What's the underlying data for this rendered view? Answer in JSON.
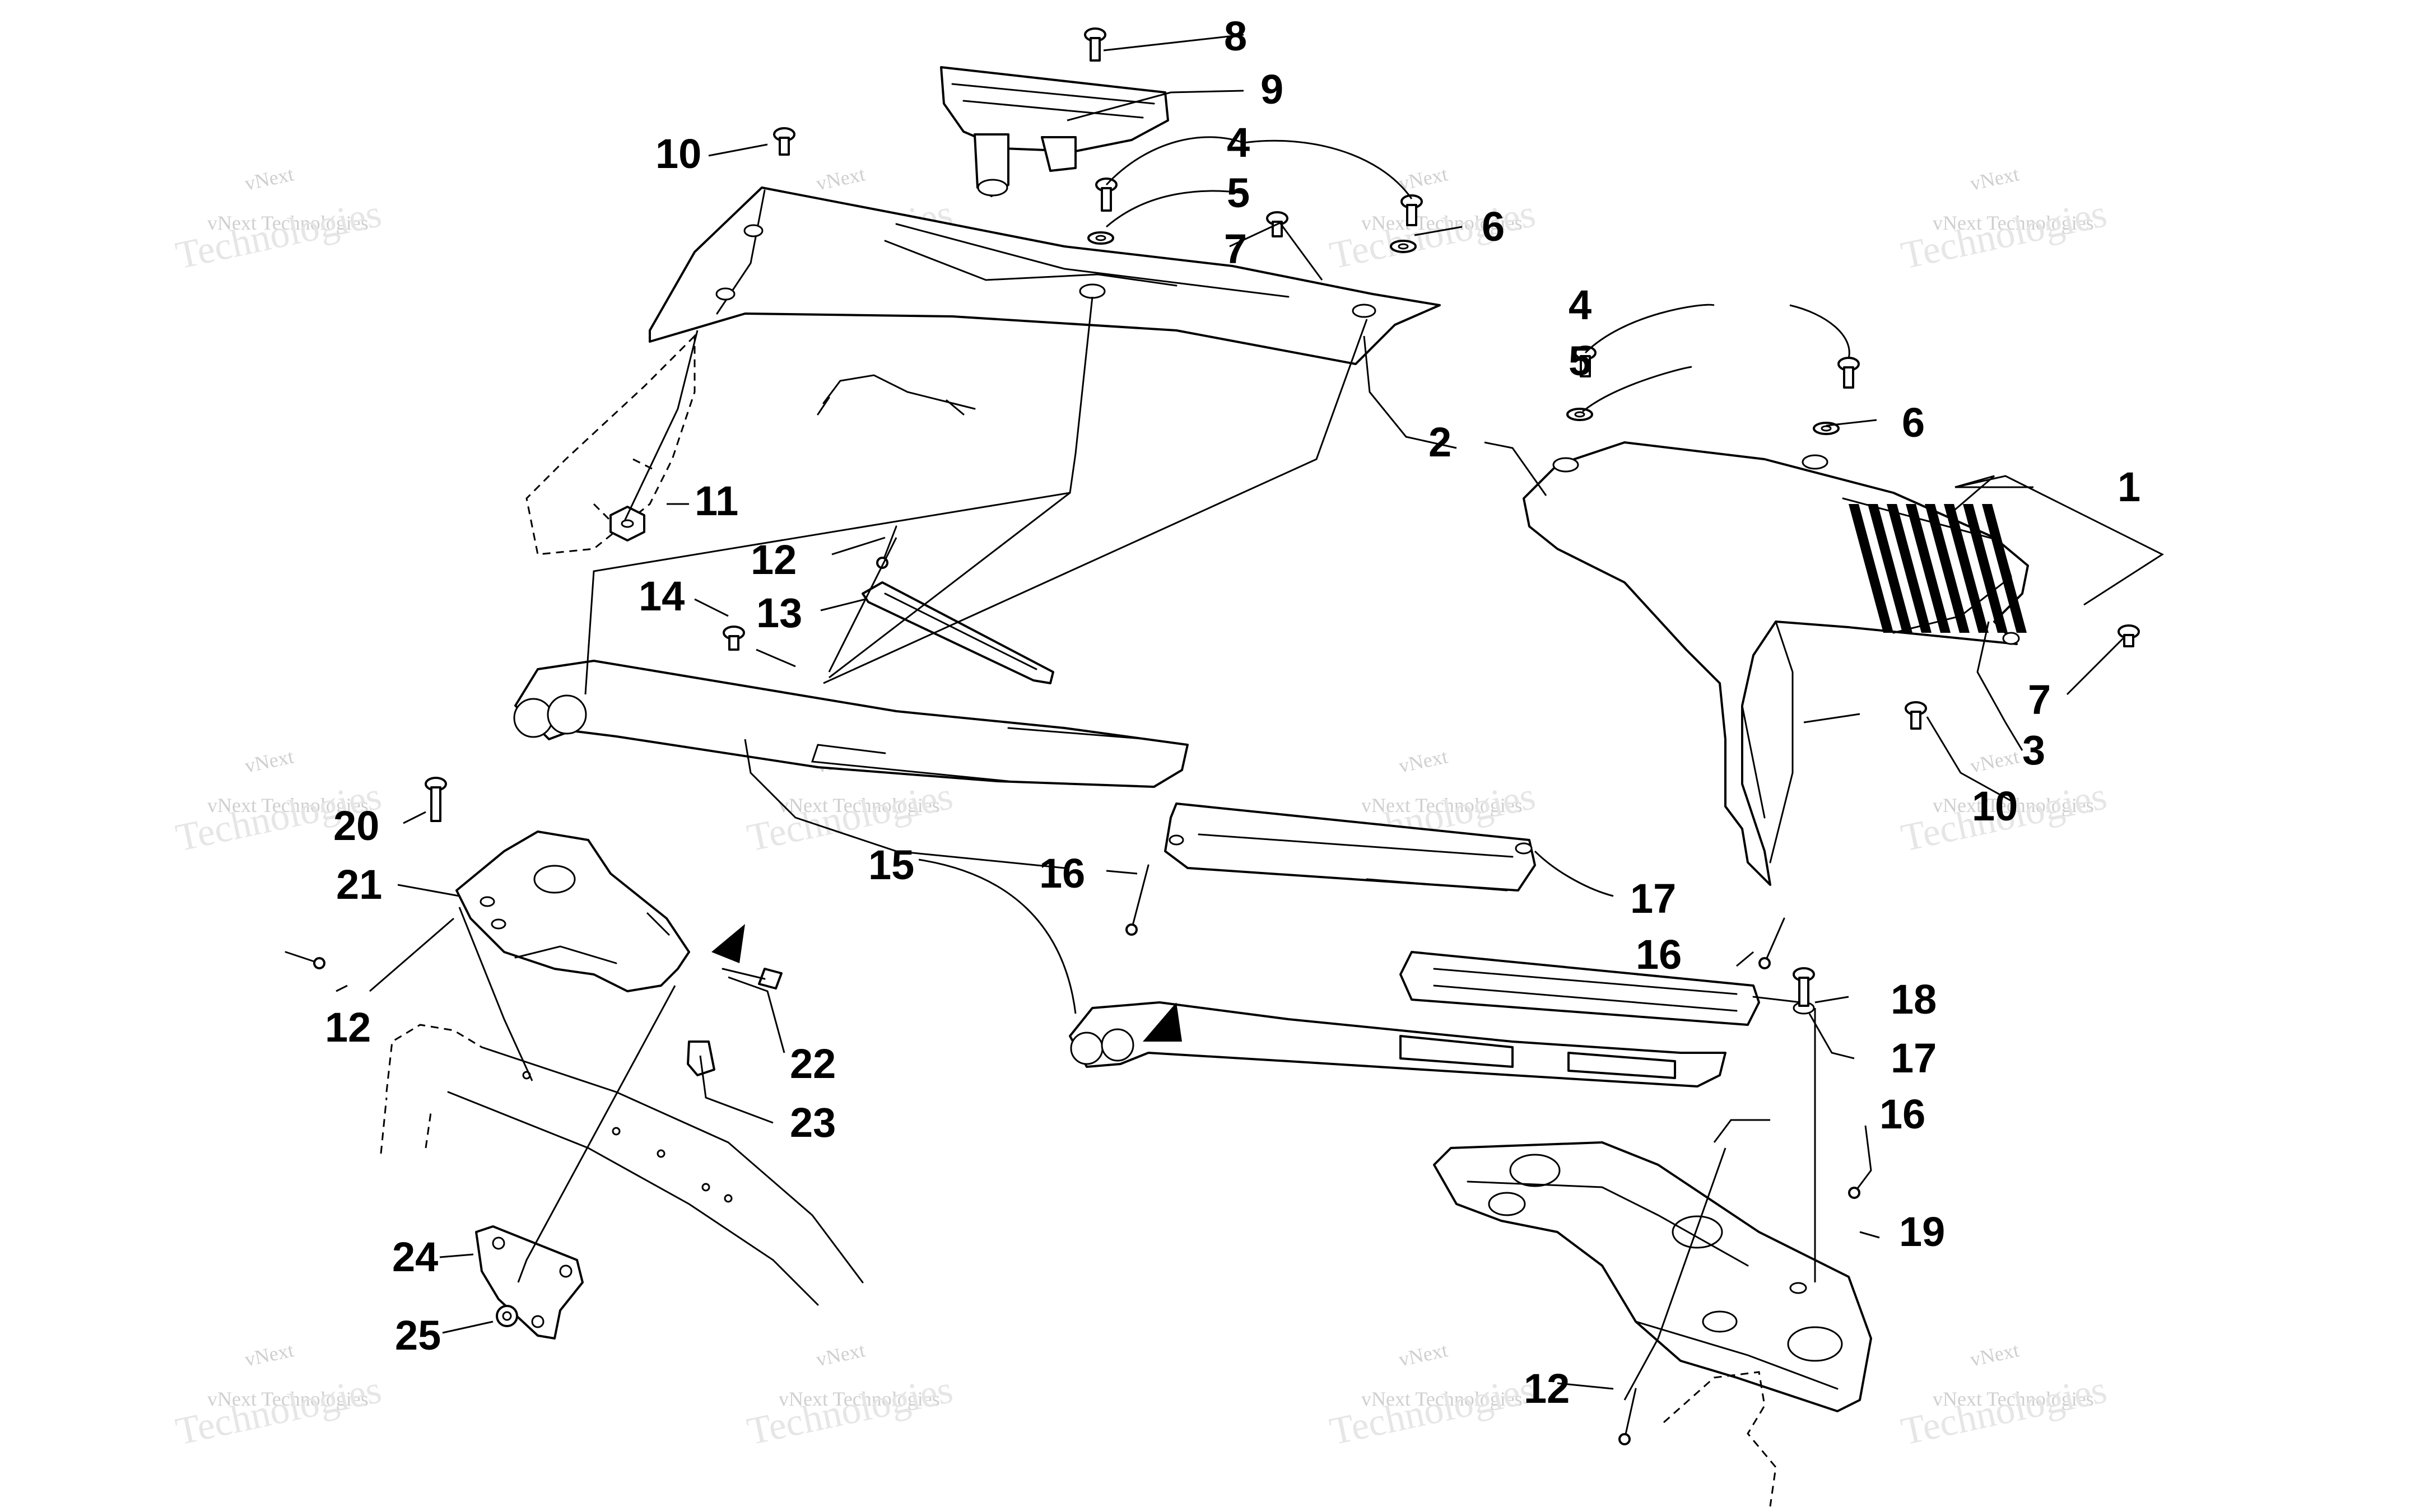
{
  "watermark": {
    "brand": "vNext",
    "line1": "vNext Technologies",
    "line2": "Technologies"
  },
  "callouts": [
    "1",
    "2",
    "3",
    "4",
    "5",
    "6",
    "7",
    "8",
    "9",
    "10",
    "11",
    "12",
    "13",
    "14",
    "15",
    "16",
    "17",
    "18",
    "19",
    "20",
    "21",
    "22",
    "23",
    "24",
    "25"
  ],
  "colors": {
    "ink": "#000000",
    "paper": "#ffffff",
    "watermark": "#cfcfcf"
  }
}
